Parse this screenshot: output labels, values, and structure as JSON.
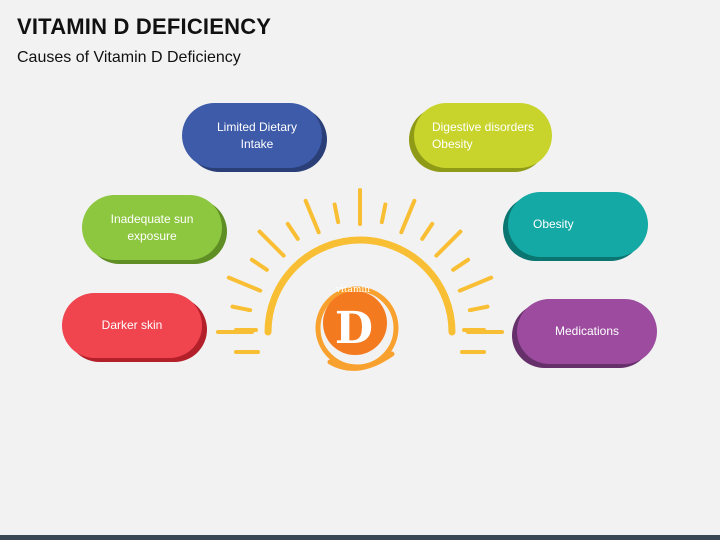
{
  "title": "VITAMIN D DEFICIENCY",
  "subtitle": "Causes of Vitamin D Deficiency",
  "center_badge": {
    "small_text": "vitamin",
    "big_text": "D"
  },
  "causes": [
    {
      "label": "Limited Dietary\nIntake",
      "color": "#3d5ba9",
      "shadow": "#2a3f78"
    },
    {
      "label": "Digestive disorders\nObesity",
      "color": "#c8d42c",
      "shadow": "#8f9b16"
    },
    {
      "label": "Inadequate sun\nexposure",
      "color": "#8dc63f",
      "shadow": "#5f8e24"
    },
    {
      "label": "Obesity",
      "color": "#14a9a4",
      "shadow": "#0b7571"
    },
    {
      "label": "Darker skin",
      "color": "#f0444f",
      "shadow": "#b3202a"
    },
    {
      "label": "Medications",
      "color": "#9c4b9f",
      "shadow": "#66306b"
    }
  ],
  "colors": {
    "sun": "#f9bf34",
    "badge": "#f47a20",
    "badge_light": "#f9a12e"
  }
}
